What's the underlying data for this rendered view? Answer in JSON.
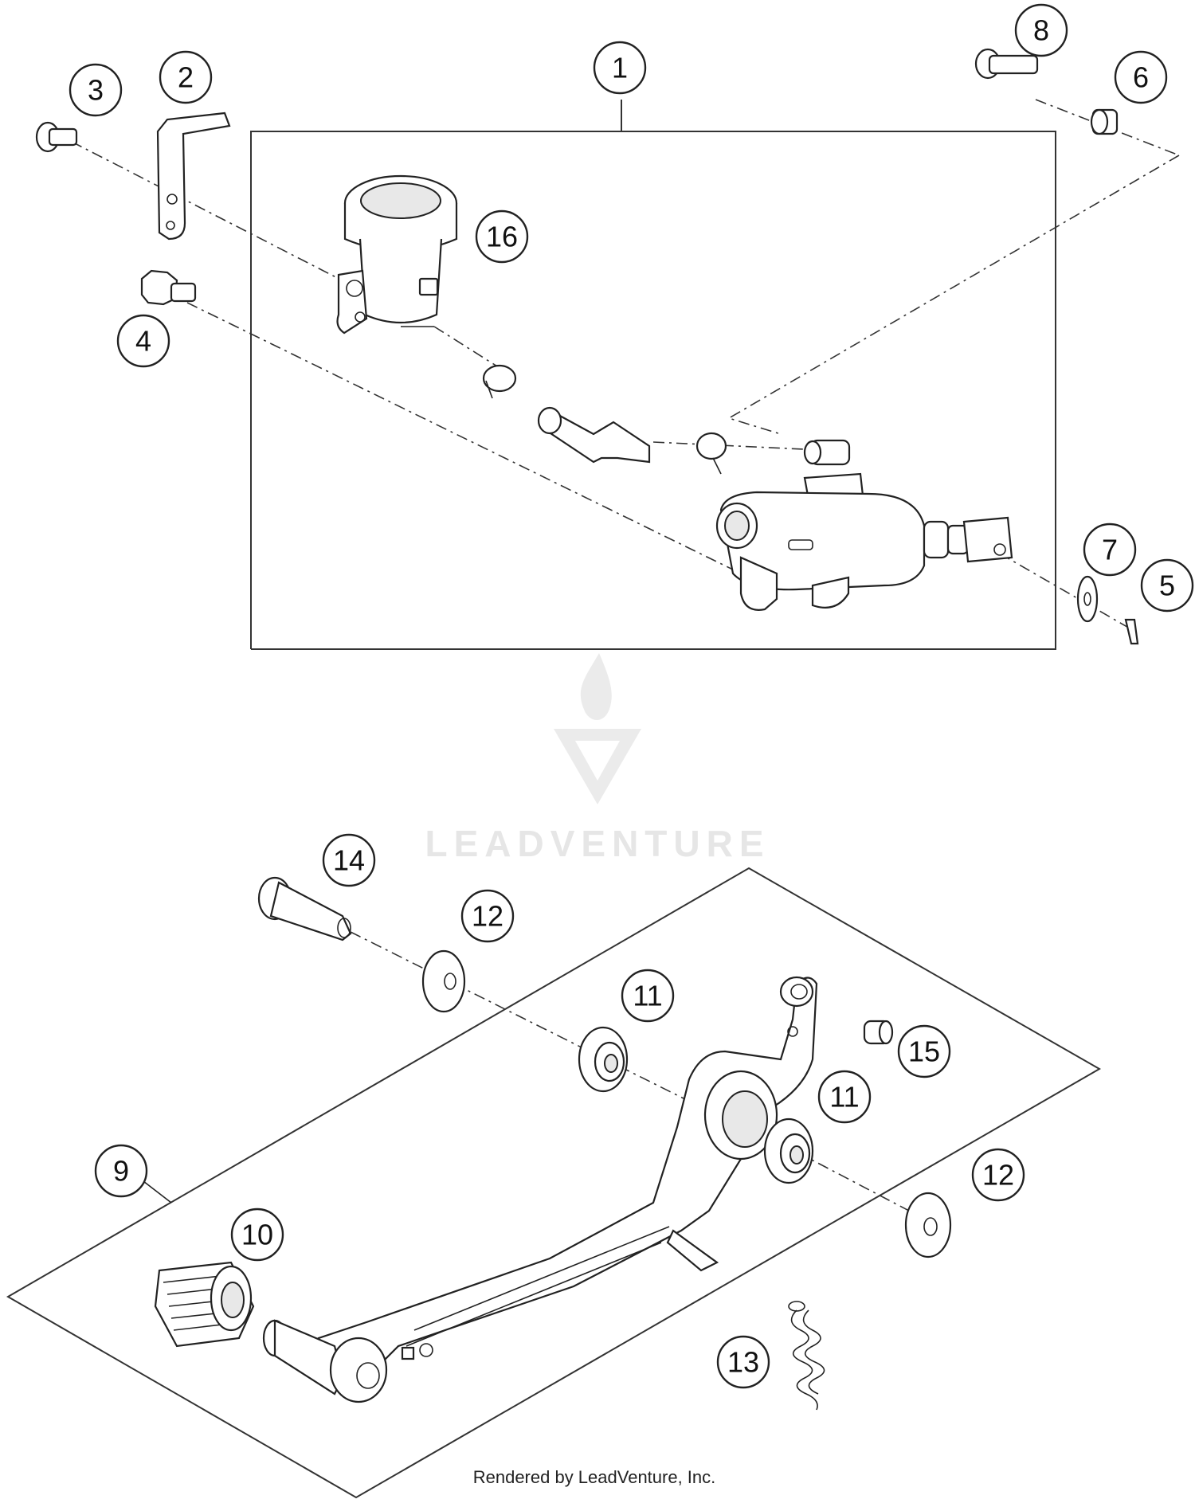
{
  "diagram": {
    "callouts": [
      {
        "id": "1",
        "label": "1"
      },
      {
        "id": "2",
        "label": "2"
      },
      {
        "id": "3",
        "label": "3"
      },
      {
        "id": "4",
        "label": "4"
      },
      {
        "id": "5",
        "label": "5"
      },
      {
        "id": "6",
        "label": "6"
      },
      {
        "id": "7",
        "label": "7"
      },
      {
        "id": "8",
        "label": "8"
      },
      {
        "id": "9",
        "label": "9"
      },
      {
        "id": "10",
        "label": "10"
      },
      {
        "id": "11a",
        "label": "11"
      },
      {
        "id": "11b",
        "label": "11"
      },
      {
        "id": "12a",
        "label": "12"
      },
      {
        "id": "12b",
        "label": "12"
      },
      {
        "id": "13",
        "label": "13"
      },
      {
        "id": "14",
        "label": "14"
      },
      {
        "id": "15",
        "label": "15"
      },
      {
        "id": "16",
        "label": "16"
      }
    ],
    "watermark_text": "LEADVENTURE",
    "credit": "Rendered by LeadVenture, Inc."
  }
}
